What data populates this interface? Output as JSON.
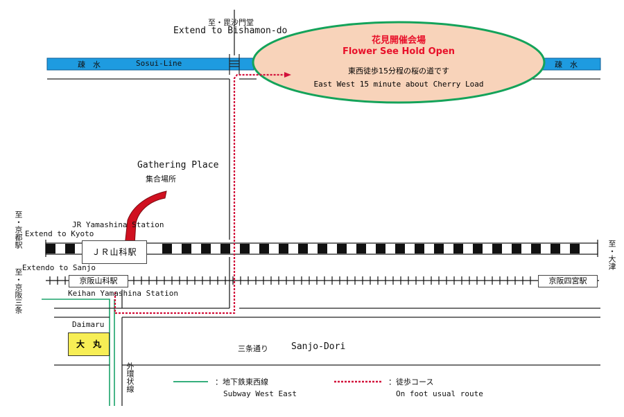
{
  "map": {
    "destination": {
      "jp_direction": "至・毘沙門堂",
      "en_direction": "Extend to Bishamon-do"
    },
    "canal": {
      "left_jp": "疎　水",
      "left_en": "Sosui-Line",
      "right_jp": "疎　水"
    },
    "event": {
      "title_jp": "花見開催会場",
      "title_en": "Flower See Hold Open",
      "desc_jp": "東西徒歩15分程の桜の道です",
      "desc_en": "East West 15 minute about Cherry Load"
    },
    "gathering": {
      "en": "Gathering Place",
      "jp": "集合場所"
    },
    "jr": {
      "station_en": "JR Yamashina Station",
      "station_jp": "ＪＲ山科駅",
      "left_direction_en": "Extend to Kyoto",
      "left_direction_jp": "至・京都駅",
      "right_direction_jp": "至・大津"
    },
    "keihan": {
      "direction_en": "Extendo to Sanjo",
      "direction_jp": "至・京阪三条",
      "station_jp": "京阪山科駅",
      "station_en": "Keihan Yamashina Station",
      "right_station_jp": "京阪四宮駅"
    },
    "daimaru": {
      "en": "Daimaru",
      "jp": "大　丸"
    },
    "sanjo": {
      "jp": "三条通り",
      "en": "Sanjo-Dori"
    },
    "outer_loop": {
      "jp": "外環状線"
    },
    "legend": {
      "subway_jp": "：地下鉄東西線",
      "subway_en": "Subway West East",
      "walk_jp": "：徒歩コース",
      "walk_en": "On foot usual route"
    },
    "colors": {
      "canal": "#1e9be0",
      "ellipse_fill": "#f8d3ba",
      "ellipse_stroke": "#14a35a",
      "route": "#d2103a",
      "subway": "#1aa36a",
      "arrow": "#d01020",
      "daimaru": "#f7ee55",
      "event_title": "#e8102a"
    }
  }
}
